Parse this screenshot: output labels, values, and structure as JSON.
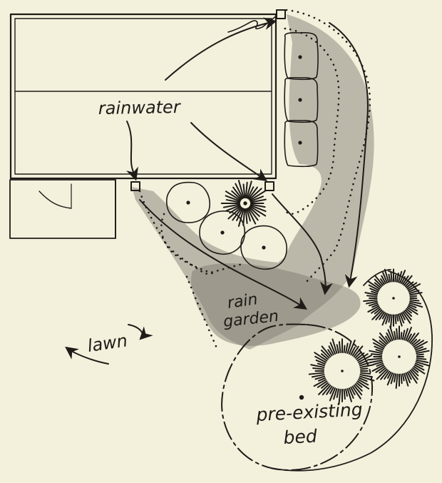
{
  "diagram": {
    "labels": {
      "rainwater": "rainwater",
      "rain_line1": "rain",
      "rain_line2": "garden",
      "lawn": "lawn",
      "bed_line1": "pre-existing",
      "bed_line2": "bed"
    },
    "colors": {
      "paper": "#f3f0dc",
      "ink": "#1e1b18",
      "shading": "#8e8b80"
    }
  }
}
